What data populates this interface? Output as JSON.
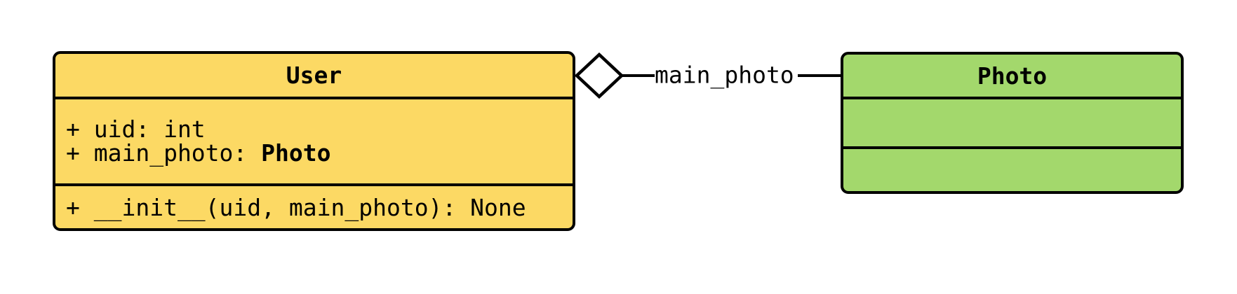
{
  "diagram": {
    "kind": "uml-class-diagram",
    "background": "#FFFFFF",
    "border_color": "#000000"
  },
  "user_class": {
    "title": "User",
    "fill": "#FCD964",
    "attributes": {
      "attr1": "+ uid: int",
      "attr2_prefix": "+ main_photo: ",
      "attr2_type": "Photo"
    },
    "methods": {
      "method1": "+ __init__(uid, main_photo): None"
    }
  },
  "photo_class": {
    "title": "Photo",
    "fill": "#A3D86C",
    "compartments_empty": 2
  },
  "relation": {
    "label": "main_photo",
    "type": "aggregation",
    "diamond_style": "hollow",
    "diamond_fill": "#FFFFFF",
    "diamond_end": "User",
    "other_end": "Photo"
  }
}
